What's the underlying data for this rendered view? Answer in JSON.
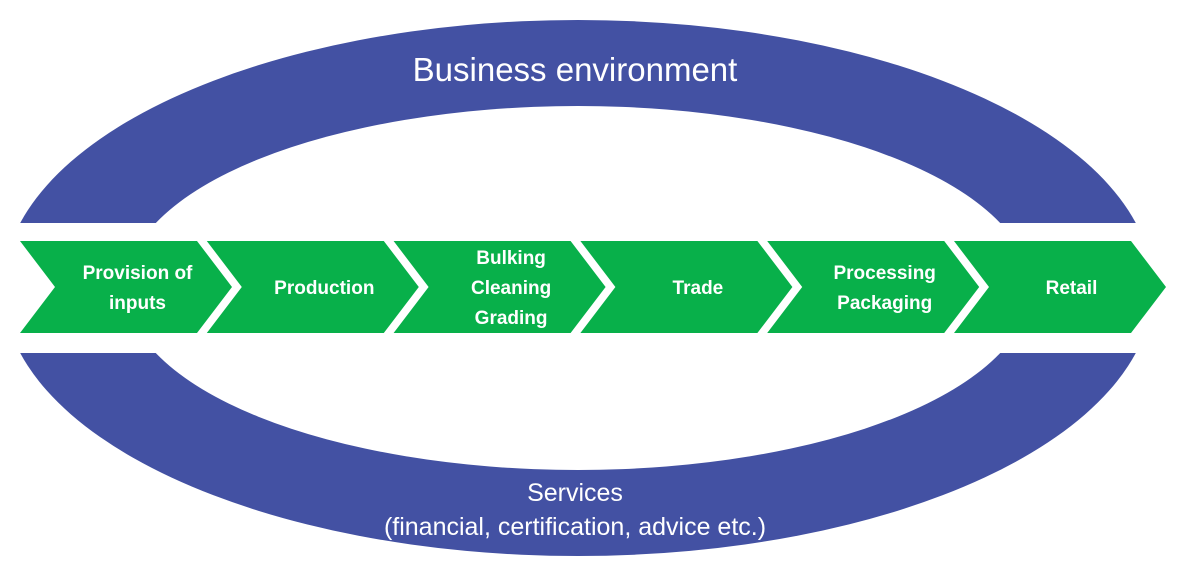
{
  "diagram": {
    "title": "Business environment",
    "services": {
      "line1": "Services",
      "line2": "(financial, certification, advice etc.)"
    },
    "colors": {
      "ring": "#4351A3",
      "chevron": "#08B04A",
      "text": "#FFFFFF",
      "background": "#FFFFFF"
    },
    "chain": [
      {
        "lines": [
          "Provision of",
          "inputs"
        ]
      },
      {
        "lines": [
          "Production"
        ]
      },
      {
        "lines": [
          "Bulking",
          "Cleaning",
          "Grading"
        ]
      },
      {
        "lines": [
          "Trade"
        ]
      },
      {
        "lines": [
          "Processing",
          "Packaging"
        ]
      },
      {
        "lines": [
          "Retail"
        ]
      }
    ]
  }
}
